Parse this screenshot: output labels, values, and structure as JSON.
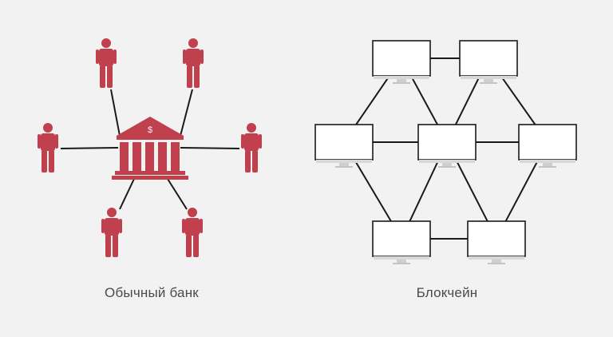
{
  "colors": {
    "accent": "#c0404e",
    "line": "#1a1a1a",
    "background": "#f2f2f2"
  },
  "bank_panel": {
    "caption": "Обычный банк",
    "center_icon": "bank-icon",
    "center_symbol": "$",
    "people": [
      "person-top-left",
      "person-top-right",
      "person-left",
      "person-right",
      "person-bottom-left",
      "person-bottom-right"
    ]
  },
  "blockchain_panel": {
    "caption": "Блокчейн",
    "node_icon": "monitor-icon",
    "nodes": [
      "node-top-left",
      "node-top-right",
      "node-left",
      "node-center",
      "node-right",
      "node-bottom-left",
      "node-bottom-right"
    ]
  }
}
